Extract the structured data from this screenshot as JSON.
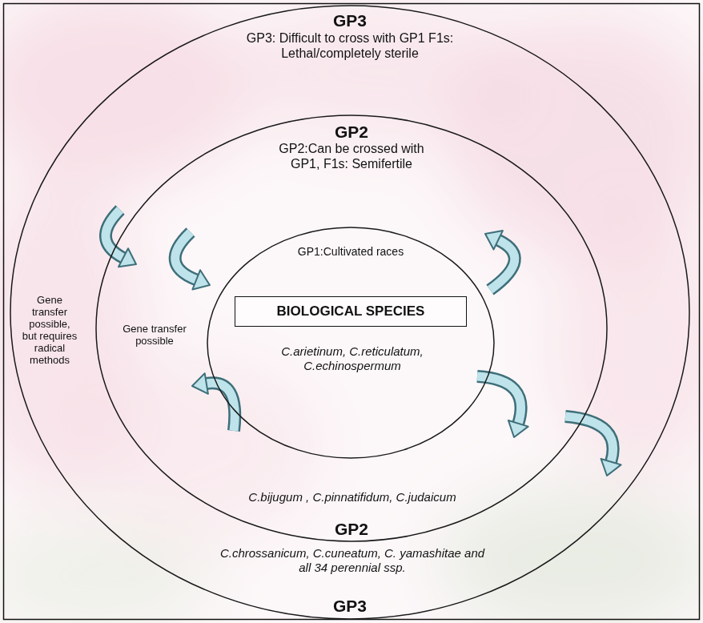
{
  "diagram": {
    "nodes": [
      {
        "text": [
          "GP3",
          "GP3: Difficult to cross with GP1 F1s: Lethal/completely sterile",
          "Gene transfer possible, but requires radical methods",
          "C.chrossanicum, C.cuneatum, C. yamashitae and all 34 perennial ssp.",
          "GP3"
        ]
      },
      {
        "text": [
          "GP2",
          "GP2:Can be crossed with GP1, F1s: Semifertile",
          "Gene transfer possible",
          "C.bijugum , C.pinnatifidum, C.judaicum",
          "GP2"
        ],
        "in": 0
      },
      {
        "text": [
          "GP1:Cultivated races",
          "C.arietinum, C.reticulatum, C.echinospermum"
        ],
        "in": 1
      },
      {
        "text": [
          "BIOLOGICAL SPECIES"
        ],
        "in": 2
      }
    ]
  }
}
